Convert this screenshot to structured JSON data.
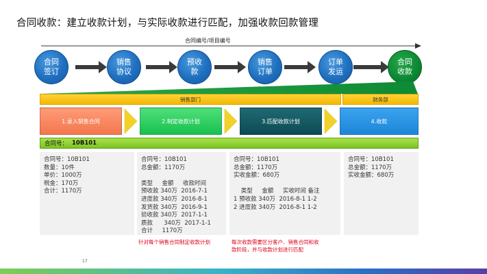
{
  "title": "合同收款：建立收款计划，与实际收款进行匹配，加强收款回款管理",
  "axis_label": "合同编号/项目编号",
  "stages": [
    {
      "label": "合同\n签订",
      "color": "blue"
    },
    {
      "label": "销售\n协议",
      "color": "blue"
    },
    {
      "label": "预收\n款",
      "color": "blue"
    },
    {
      "label": "销售\n订单",
      "color": "blue"
    },
    {
      "label": "订单\n发运",
      "color": "blue"
    },
    {
      "label": "合同\n收款",
      "color": "green"
    }
  ],
  "departments": {
    "sales": "销售部门",
    "finance": "财务部"
  },
  "steps": [
    {
      "label": "1.录入销售合同"
    },
    {
      "label": "2.制定收款计划"
    },
    {
      "label": "3.匹配收款计划"
    },
    {
      "label": "4.收款"
    }
  ],
  "contract_bar": {
    "label": "合同号：",
    "value": "10B101"
  },
  "panels": {
    "p1": "合同号：10B101\n数量：10件\n单价：1000万\n税金：170万\n合计：1170万",
    "p2": "合同号：10B101\n总金额：1170万\n\n类型     金额     收款时间\n预收款 340万  2016-7-1\n进度款 340万  2016-8-1\n发货款 340万  2016-9-1\n验收款 340万  2017-1-1\n质款      340万  2017-1-1\n合计     1170万",
    "p3": "合同号：10B101\n总金额：1170万\n实收金额：680万\n\n    类型     金额     实收时间 备注\n1 预收款 340万  2016-8-1 1-2\n2 进度款 340万  2016-8-1 1-2",
    "p4": "合同号：10B101\n总金额：1170万\n实收金额：680万"
  },
  "notes": {
    "n2": "针对每个销售合同制定收款计划",
    "n3": "每次收款需要区分客户、销售合同和收\n款阶段，并与收款计划进行匹配"
  },
  "page_number": "17"
}
